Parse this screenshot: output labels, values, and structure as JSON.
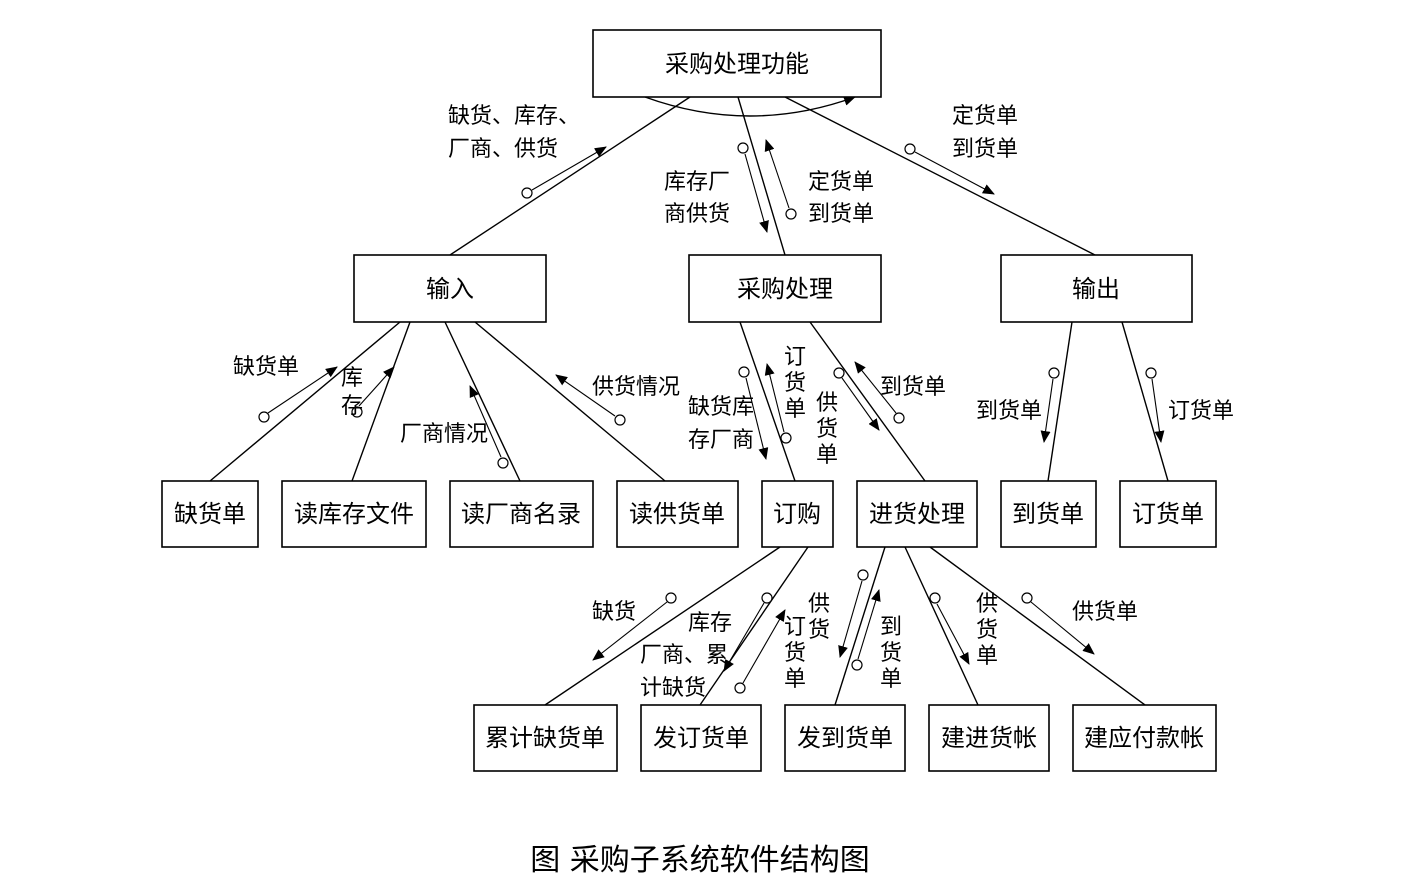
{
  "nodes": {
    "root": "采购处理功能",
    "input": "输入",
    "process": "采购处理",
    "output": "输出",
    "shortage_slip": "缺货单",
    "read_stock_file": "读库存文件",
    "read_vendor_list": "读厂商名录",
    "read_supply_slip": "读供货单",
    "order": "订购",
    "receiving": "进货处理",
    "arrival_slip_out": "到货单",
    "order_slip_out": "订货单",
    "cumulative_shortage": "累计缺货单",
    "issue_order_slip": "发订货单",
    "issue_arrival_slip": "发到货单",
    "build_receiving_account": "建进货帐",
    "build_payable_account": "建应付款帐"
  },
  "flows": {
    "root_input_1": "缺货、库存、",
    "root_input_2": "厂商、供货",
    "root_process_down_1": "库存厂",
    "root_process_down_2": "商供货",
    "root_process_up_1": "定货单",
    "root_process_up_2": "到货单",
    "root_output_1": "定货单",
    "root_output_2": "到货单",
    "input_shortage": "缺货单",
    "input_stock_1": "库",
    "input_stock_2": "存",
    "input_vendor": "厂商情况",
    "input_supply": "供货情况",
    "process_order_down_1": "缺货库",
    "process_order_down_2": "存厂商",
    "process_order_up_1": "订",
    "process_order_up_2": "货",
    "process_order_up_3": "单",
    "process_receiving_down_1": "供",
    "process_receiving_down_2": "货",
    "process_receiving_down_3": "单",
    "process_receiving_up": "到货单",
    "output_arrival": "到货单",
    "output_order": "订货单",
    "order_cumulative": "缺货",
    "order_issue_down_1": "库存",
    "order_issue_down_2": "厂商、累",
    "order_issue_down_3": "计缺货",
    "order_issue_up_1": "供",
    "order_issue_up_2": "货",
    "order_issue_up_3": "订",
    "order_issue_up_4": "货",
    "order_issue_up_5": "单",
    "receiving_issue_up_1": "到",
    "receiving_issue_up_2": "货",
    "receiving_issue_up_3": "单",
    "receiving_build_1": "供",
    "receiving_build_2": "货",
    "receiving_build_3": "单",
    "receiving_payable": "供货单"
  },
  "caption": "图  采购子系统软件结构图"
}
